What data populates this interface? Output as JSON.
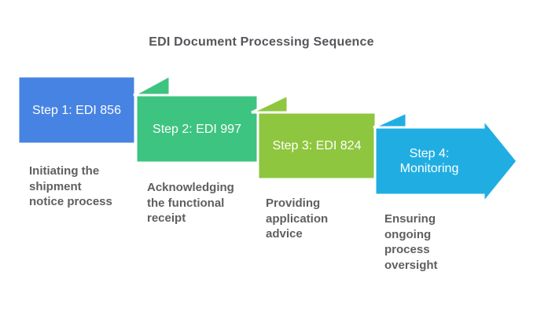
{
  "title": "EDI Document Processing Sequence",
  "colors": {
    "step1_blue": "#4783E3",
    "step2_green": "#3DC480",
    "step3_lime": "#8EC63F",
    "step4_cyan": "#20AEE2",
    "title_text": "#55565A",
    "description_text": "#5E5F62",
    "label_text": "#FFFFFF",
    "background": "#FFFFFF"
  },
  "steps": [
    {
      "label": "Step 1: EDI 856",
      "description": "Initiating the\nshipment\nnotice process",
      "color": "#4783E3"
    },
    {
      "label": "Step 2: EDI 997",
      "description": "Acknowledging\nthe functional\nreceipt",
      "color": "#3DC480"
    },
    {
      "label": "Step 3: EDI 824",
      "description": "Providing\napplication\nadvice",
      "color": "#8EC63F"
    },
    {
      "label": "Step 4:\nMonitoring",
      "description": "Ensuring\nongoing\nprocess\noversight",
      "color": "#20AEE2"
    }
  ]
}
